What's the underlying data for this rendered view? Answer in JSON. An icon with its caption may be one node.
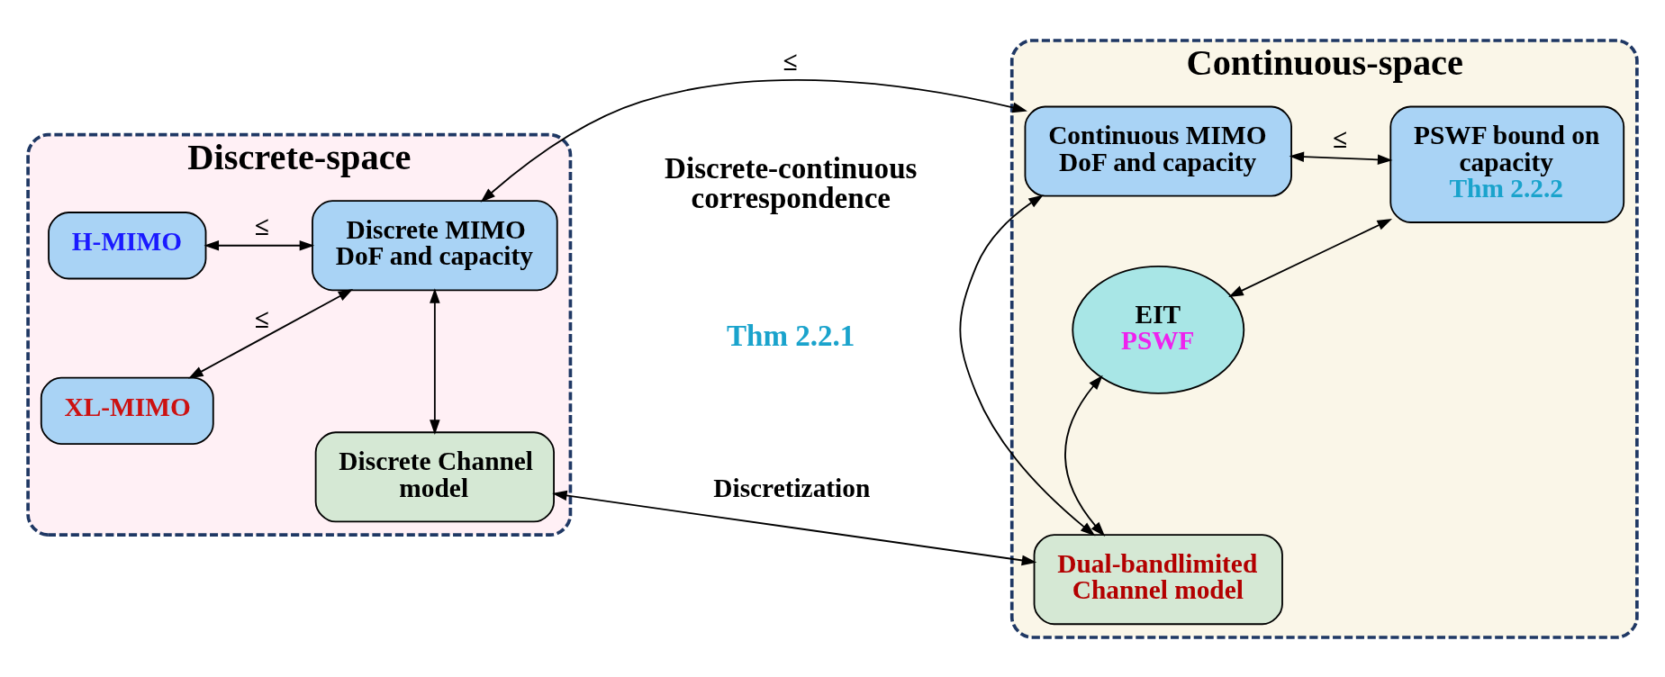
{
  "diagram": {
    "nodes": [
      {
        "text": [
          "Discrete-space"
        ]
      },
      {
        "text": [
          "H-MIMO"
        ],
        "in": 0
      },
      {
        "text": [
          "Discrete MIMO DoF and capacity"
        ],
        "in": 0
      },
      {
        "text": [
          "XL-MIMO"
        ],
        "in": 0
      },
      {
        "text": [
          "Discrete Channel model"
        ],
        "in": 0
      },
      {
        "text": [
          "Continuous-space"
        ]
      },
      {
        "text": [
          "Continuous MIMO DoF and capacity"
        ],
        "in": 5
      },
      {
        "text": [
          "PSWF bound on capacity",
          "Thm 2.2.2"
        ],
        "in": 5
      },
      {
        "text": [
          "Dual-bandlimited Channel model"
        ],
        "in": 5
      },
      {
        "text": [
          "EIT",
          "PSWF"
        ],
        "in": 5
      }
    ],
    "edges": [
      {
        "from": 1,
        "to": 2,
        "arrow": "both",
        "label": "≤"
      },
      {
        "from": 2,
        "to": 3,
        "arrow": "both",
        "label": "≤"
      },
      {
        "from": 2,
        "to": 4,
        "arrow": "both"
      },
      {
        "from": 2,
        "to": 6,
        "arrow": "both",
        "label": "≤"
      },
      {
        "from": 4,
        "to": 8,
        "arrow": "both",
        "label": "Discretization"
      },
      {
        "from": 6,
        "to": 7,
        "arrow": "both",
        "label": "≤"
      },
      {
        "from": 6,
        "to": 8,
        "arrow": "both"
      },
      {
        "from": 8,
        "to": 9,
        "arrow": "both"
      },
      {
        "from": 7,
        "to": 9,
        "arrow": "both"
      }
    ],
    "labels": [
      "Discrete-continuous correspondence",
      "Thm 2.2.1"
    ]
  }
}
